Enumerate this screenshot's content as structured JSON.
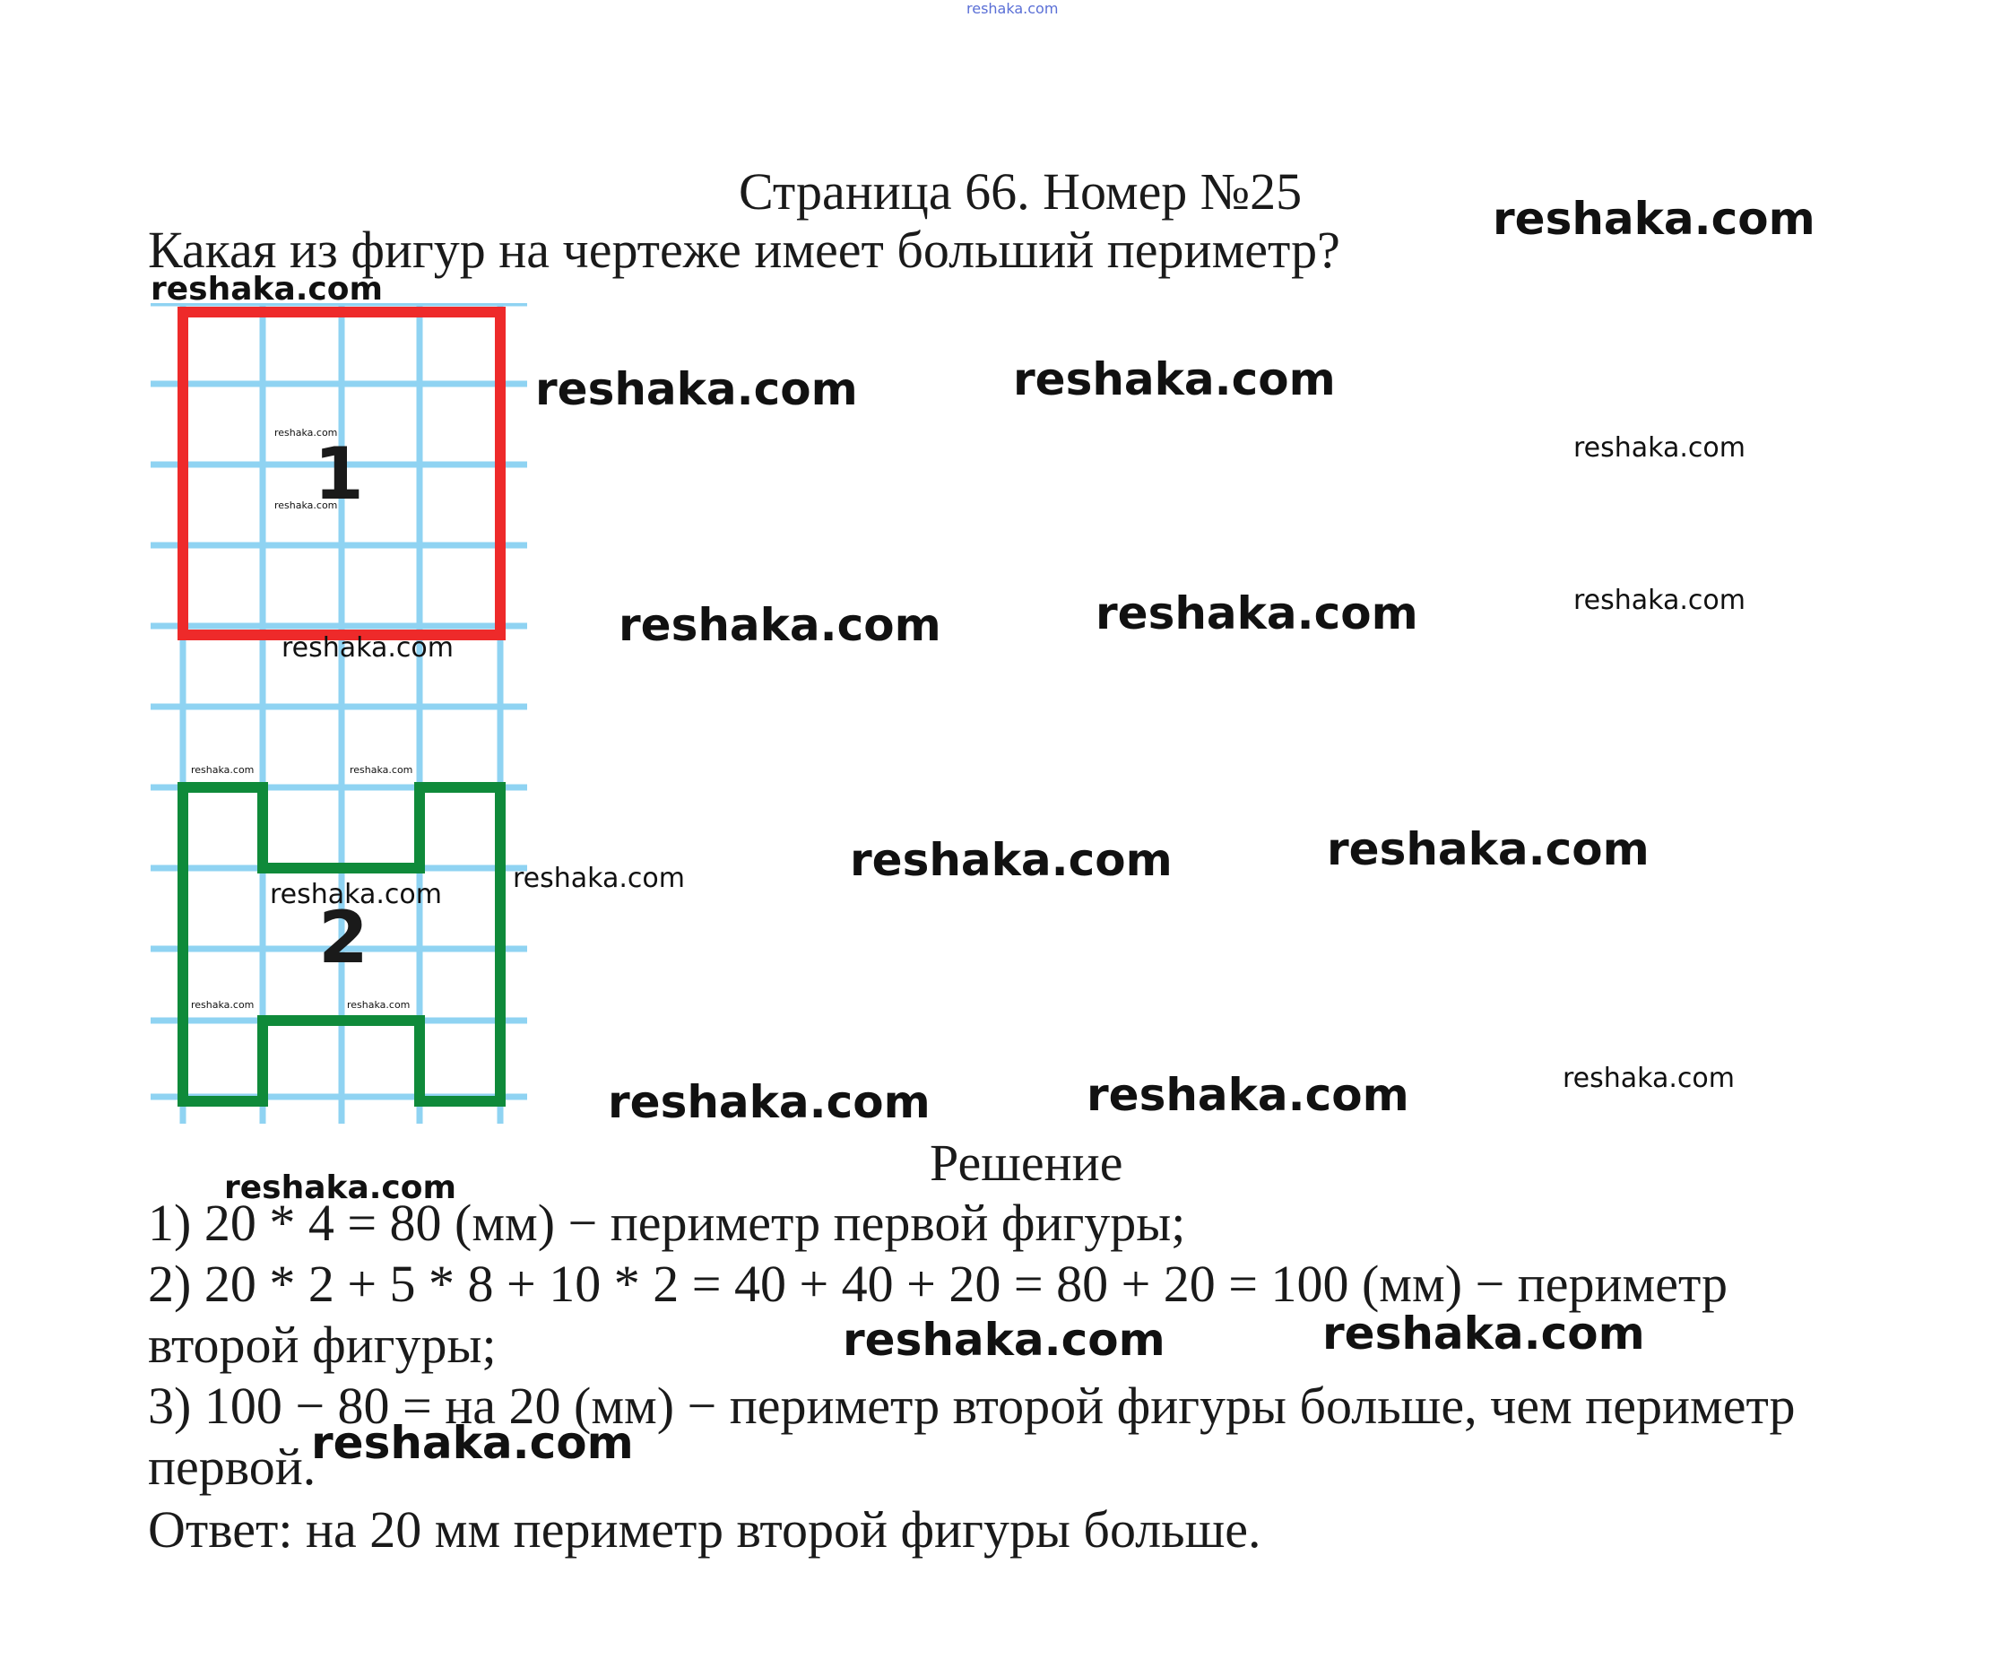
{
  "header": {
    "watermark_top": "reshaka.com",
    "page_title": "Страница 66. Номер №25",
    "question": "Какая из фигур на чертеже имеет больший периметр?"
  },
  "figure": {
    "shape1_label": "1",
    "shape2_label": "2",
    "shape1_color": "#ee2a2a",
    "shape2_color": "#0f8a3a",
    "grid_color": "#8fd3f2"
  },
  "solution": {
    "heading": "Решение",
    "step1": "1) 20 * 4 = 80 (мм) − периметр первой фигуры;",
    "step2_line1": "2) 20 * 2 + 5 * 8 + 10 * 2 = 40 + 40 + 20 = 80 + 20 = 100 (мм) − периметр",
    "step2_line2": "второй фигуры;",
    "step3_line1": "3) 100 − 80 = на 20 (мм) − периметр второй фигуры больше, чем периметр",
    "step3_line2": "первой.",
    "answer": "Ответ: на 20 мм периметр второй фигуры больше."
  },
  "watermark": "reshaka.com"
}
